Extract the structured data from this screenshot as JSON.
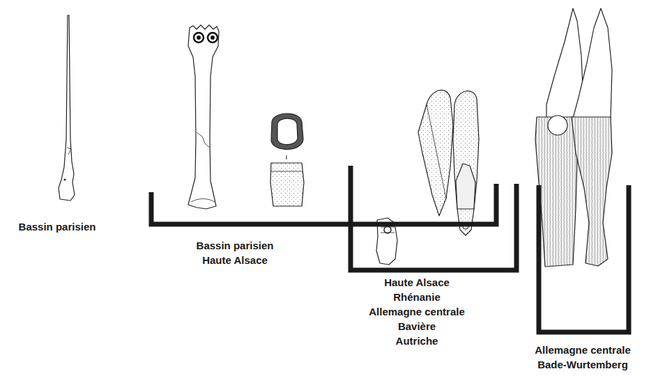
{
  "diagram": {
    "labels": [
      "Bassin parisien",
      "Bassin parisien",
      "Haute Alsace",
      "Haute Alsace",
      "Rhénanie",
      "Allemagne centrale",
      "Bavière",
      "Autriche",
      "Allemagne centrale",
      "Bade-Wurtemberg"
    ]
  }
}
